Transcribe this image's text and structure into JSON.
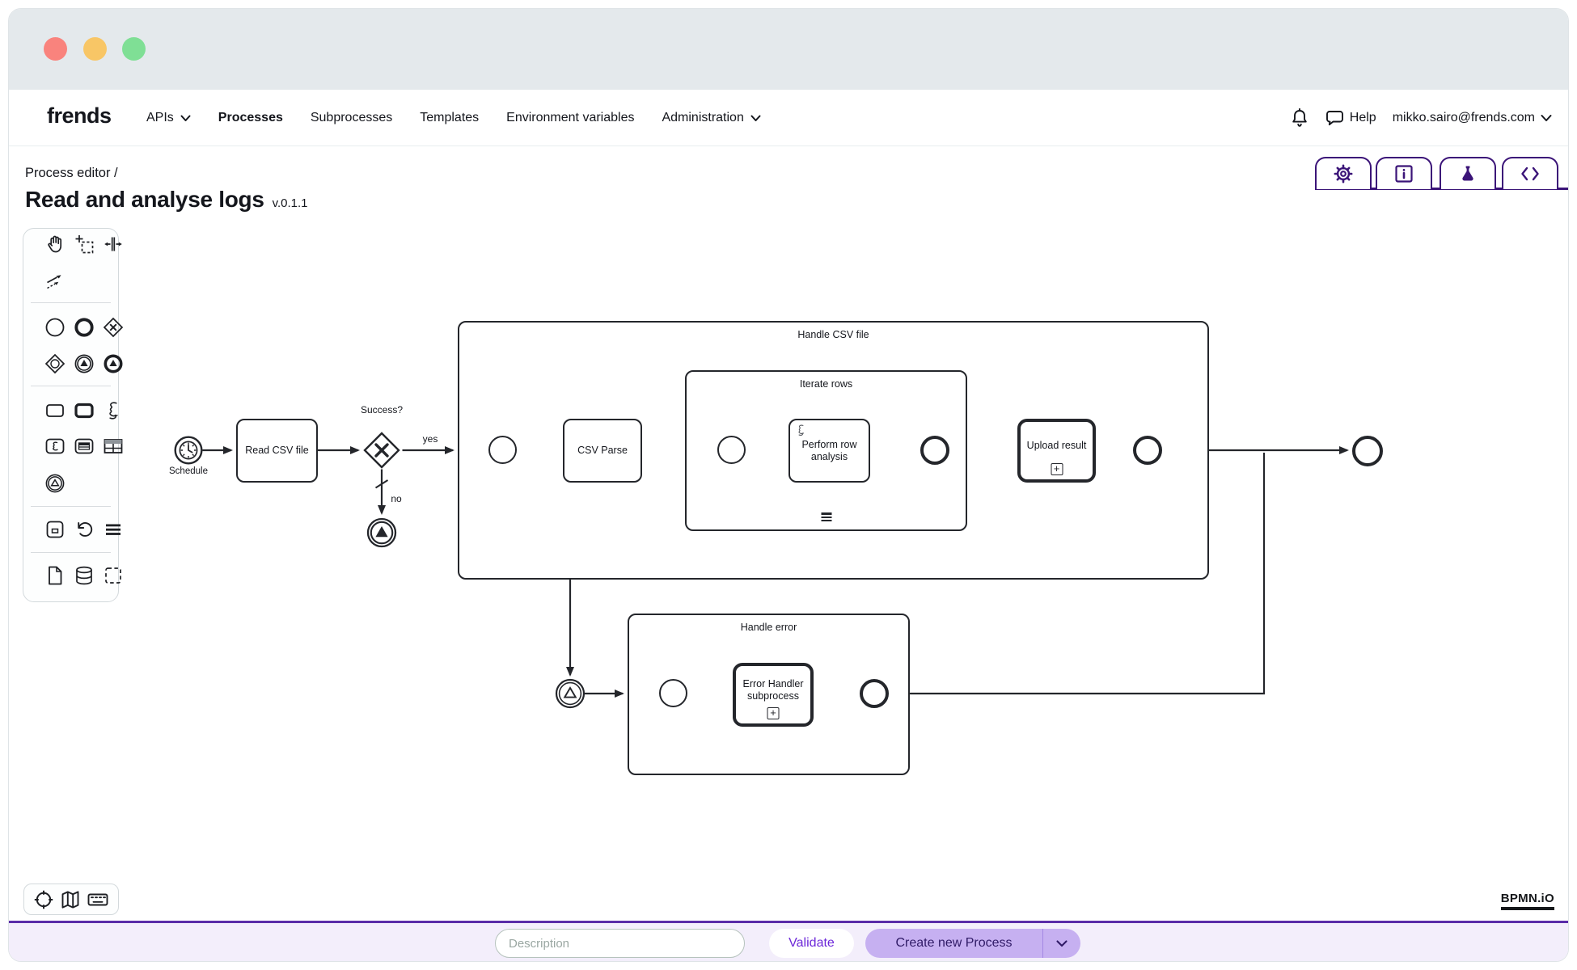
{
  "titlebar": {
    "traffic_lights": [
      "close",
      "minimize",
      "zoom"
    ]
  },
  "nav": {
    "logo": "frends",
    "items": [
      {
        "label": "APIs",
        "chevron": true,
        "active": false
      },
      {
        "label": "Processes",
        "chevron": false,
        "active": true
      },
      {
        "label": "Subprocesses",
        "chevron": false,
        "active": false
      },
      {
        "label": "Templates",
        "chevron": false,
        "active": false
      },
      {
        "label": "Environment variables",
        "chevron": false,
        "active": false
      },
      {
        "label": "Administration",
        "chevron": true,
        "active": false
      }
    ],
    "help_label": "Help",
    "user_email": "mikko.sairo@frends.com"
  },
  "header": {
    "breadcrumb": "Process editor /",
    "title": "Read and analyse logs",
    "version": "v.0.1.1",
    "tabs": [
      "settings",
      "info",
      "test",
      "code"
    ]
  },
  "palette": {
    "tools": [
      "hand-tool",
      "lasso-tool",
      "space-tool",
      "global-connect-tool",
      "start-event",
      "end-event",
      "exclusive-gateway",
      "event-based-gateway",
      "signal-throw-event",
      "signal-end-event",
      "task",
      "subprocess",
      "script",
      "script-task",
      "table-task",
      "table",
      "signal-catch-event",
      "save",
      "undo",
      "menu",
      "new-document",
      "database",
      "select-area"
    ]
  },
  "diagram": {
    "labels": {
      "schedule": "Schedule",
      "read_csv": "Read CSV file",
      "gateway_question": "Success?",
      "yes": "yes",
      "no": "no",
      "handle_csv": "Handle CSV file",
      "csv_parse": "CSV Parse",
      "iterate_rows": "Iterate rows",
      "perform_row": "Perform row analysis",
      "upload_result": "Upload result",
      "handle_error": "Handle error",
      "error_handler": "Error Handler subprocess"
    }
  },
  "canvas_controls": [
    "reset-viewport",
    "minimap",
    "keyboard-shortcuts"
  ],
  "bpmn_logo": "BPMN.iO",
  "footer": {
    "description_placeholder": "Description",
    "validate_label": "Validate",
    "create_label": "Create new Process"
  },
  "colors": {
    "accent_purple": "#3b1478",
    "footer_line": "#5a2ca8",
    "validate_text": "#6d28d9",
    "create_bg": "#c6b0f1",
    "create_text": "#2f1a66",
    "titlebar_bg": "#e4e9ec",
    "traffic_red": "#f9837d",
    "traffic_yellow": "#f8c666",
    "traffic_green": "#7fdf95",
    "bpmn_stroke": "#24262b"
  }
}
